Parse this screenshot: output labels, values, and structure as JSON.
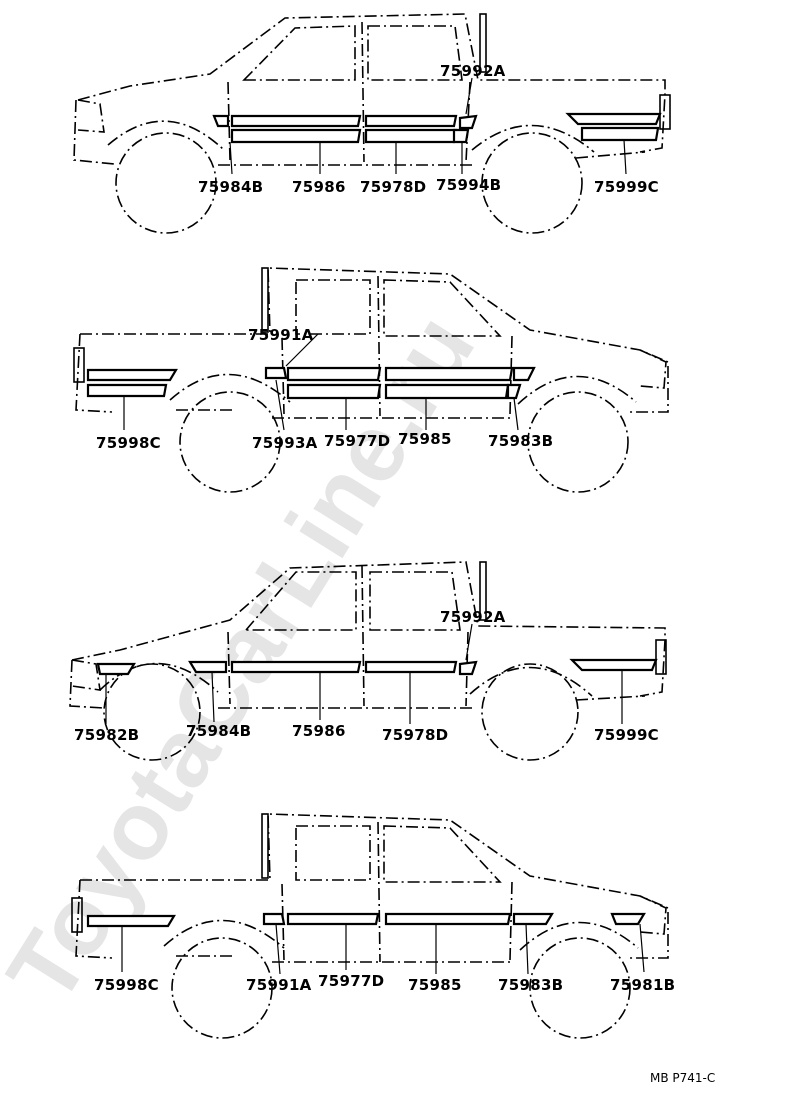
{
  "diagram": {
    "watermark_text": "ToyotaCarLine.ru",
    "reference_code": "MB P741-C",
    "view1": {
      "labels": [
        "75992A",
        "75984B",
        "75986",
        "75978D",
        "75994B",
        "75999C"
      ]
    },
    "view2": {
      "labels": [
        "75991A",
        "75998C",
        "75993A",
        "75977D",
        "75985",
        "75983B"
      ]
    },
    "view3": {
      "labels": [
        "75992A",
        "75982B",
        "75984B",
        "75986",
        "75978D",
        "75999C"
      ]
    },
    "view4": {
      "labels": [
        "75998C",
        "75991A",
        "75977D",
        "75985",
        "75983B",
        "75981B"
      ]
    }
  }
}
